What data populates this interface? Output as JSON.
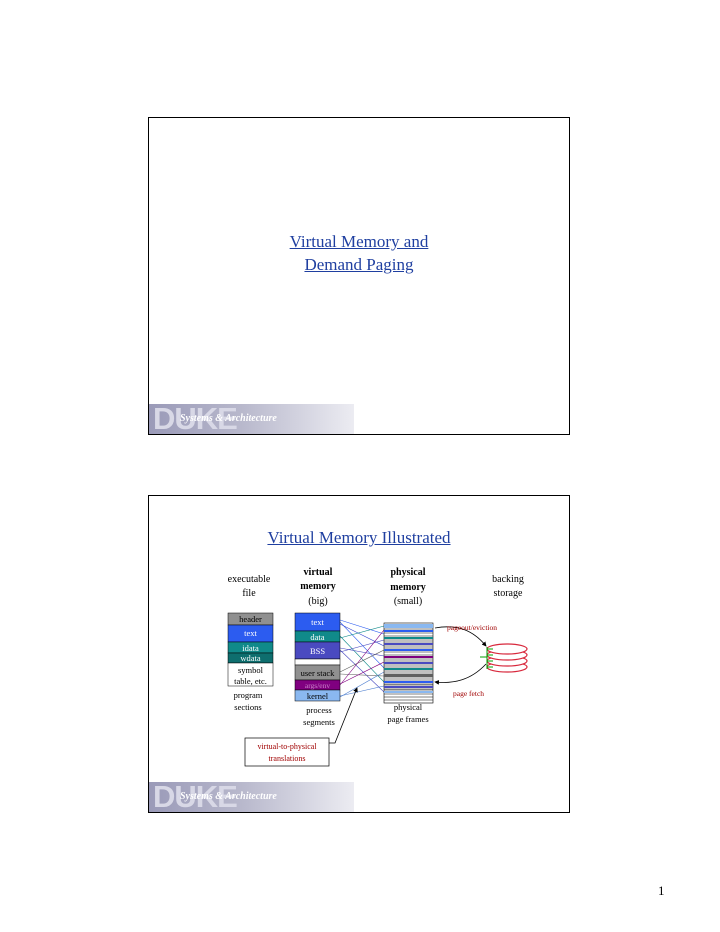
{
  "slide1": {
    "title_line1": "Virtual Memory and",
    "title_line2": "Demand Paging",
    "banner_logo": "DUKE",
    "banner_subtitle": "Systems & Architecture"
  },
  "slide2": {
    "title": "Virtual Memory Illustrated",
    "banner_logo": "DUKE",
    "banner_subtitle": "Systems & Architecture",
    "headers": {
      "executable_line1": "executable",
      "executable_line2": "file",
      "virtual_line1": "virtual",
      "virtual_line2": "memory",
      "virtual_line3": "(big)",
      "physical_line1": "physical",
      "physical_line2": "memory",
      "physical_line3": "(small)",
      "backing_line1": "backing",
      "backing_line2": "storage"
    },
    "executable_sections": [
      {
        "label": "header",
        "color": "#909090"
      },
      {
        "label": "text",
        "color": "#2c5cf0"
      },
      {
        "label": "idata",
        "color": "#108a8a"
      },
      {
        "label": "wdata",
        "color": "#0e6e6e"
      },
      {
        "label": "symbol",
        "color": "#ffffff"
      },
      {
        "label": "table, etc.",
        "color": "#ffffff"
      }
    ],
    "virtual_segments": [
      {
        "label": "text",
        "color": "#2c5cf0"
      },
      {
        "label": "data",
        "color": "#108a8a"
      },
      {
        "label": "BSS",
        "color": "#4a4ac0"
      },
      {
        "label": "user stack",
        "color": "#909090"
      },
      {
        "label": "args/env",
        "color": "#800080"
      },
      {
        "label": "kernel",
        "color": "#8ab8f0"
      }
    ],
    "captions": {
      "program_line1": "program",
      "program_line2": "sections",
      "process_line1": "process",
      "process_line2": "segments",
      "physical_frames_line1": "physical",
      "physical_frames_line2": "page frames",
      "translations_line1": "virtual-to-physical",
      "translations_line2": "translations",
      "pageout": "pageout/eviction",
      "pagefetch": "page fetch"
    },
    "colors": {
      "title": "#1f3fa0",
      "annotation": "#a00000",
      "disk": "#d8283c",
      "disk_arrows": "#00a000"
    }
  },
  "page_number": "1"
}
